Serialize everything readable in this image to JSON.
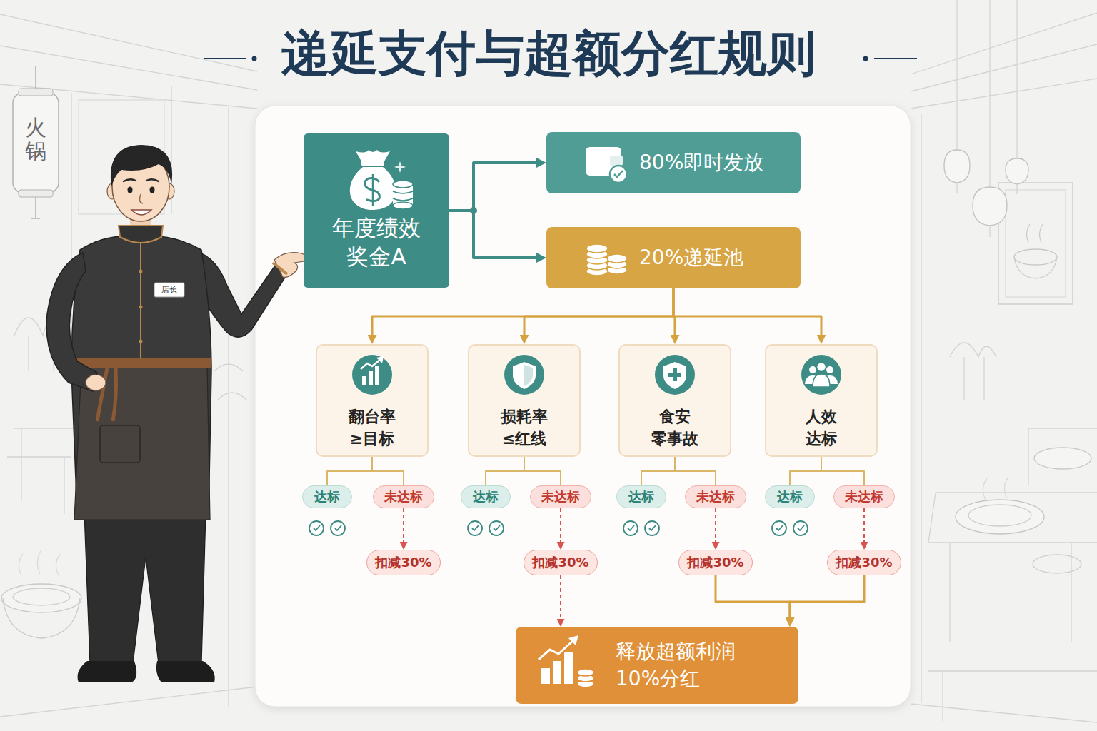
{
  "diagram": {
    "title": "递延支付与超额分红规则",
    "nodes": [
      {
        "text": [
          "年度绩效 奖金A"
        ]
      },
      {
        "text": [
          "80%即时发放"
        ]
      },
      {
        "text": [
          "20%递延池"
        ]
      },
      {
        "text": [
          "翻台率 ≥目标"
        ]
      },
      {
        "text": [
          "损耗率 ≤红线"
        ]
      },
      {
        "text": [
          "食安 零事故"
        ]
      },
      {
        "text": [
          "人效 达标"
        ]
      },
      {
        "text": [
          "达标"
        ]
      },
      {
        "text": [
          "未达标"
        ]
      },
      {
        "text": [
          "达标"
        ]
      },
      {
        "text": [
          "未达标"
        ]
      },
      {
        "text": [
          "达标"
        ]
      },
      {
        "text": [
          "未达标"
        ]
      },
      {
        "text": [
          "达标"
        ]
      },
      {
        "text": [
          "未达标"
        ]
      },
      {
        "text": [
          "扣减30%"
        ]
      },
      {
        "text": [
          "扣减30%"
        ]
      },
      {
        "text": [
          "扣减30%"
        ]
      },
      {
        "text": [
          "扣减30%"
        ]
      },
      {
        "text": [
          "释放超额利润 10%分红"
        ]
      }
    ],
    "edges": [
      {
        "from": 0,
        "to": 1,
        "arrow": "to"
      },
      {
        "from": 0,
        "to": 2,
        "arrow": "to"
      },
      {
        "from": 2,
        "to": 3,
        "arrow": "to"
      },
      {
        "from": 2,
        "to": 4,
        "arrow": "to"
      },
      {
        "from": 2,
        "to": 5,
        "arrow": "to"
      },
      {
        "from": 2,
        "to": 6,
        "arrow": "to"
      },
      {
        "from": 3,
        "to": 7,
        "arrow": "none"
      },
      {
        "from": 3,
        "to": 8,
        "arrow": "none"
      },
      {
        "from": 4,
        "to": 9,
        "arrow": "none"
      },
      {
        "from": 4,
        "to": 10,
        "arrow": "none"
      },
      {
        "from": 5,
        "to": 11,
        "arrow": "none"
      },
      {
        "from": 5,
        "to": 12,
        "arrow": "none"
      },
      {
        "from": 6,
        "to": 13,
        "arrow": "none"
      },
      {
        "from": 6,
        "to": 14,
        "arrow": "none"
      },
      {
        "from": 8,
        "to": 15,
        "arrow": "to"
      },
      {
        "from": 10,
        "to": 16,
        "arrow": "to"
      },
      {
        "from": 12,
        "to": 17,
        "arrow": "to"
      },
      {
        "from": 14,
        "to": 18,
        "arrow": "to"
      },
      {
        "from": 16,
        "to": 19,
        "arrow": "to"
      },
      {
        "from": 17,
        "to": 19,
        "arrow": "to"
      },
      {
        "from": 18,
        "to": 19,
        "arrow": "to"
      }
    ],
    "labels": [
      "火锅",
      "店长"
    ]
  }
}
